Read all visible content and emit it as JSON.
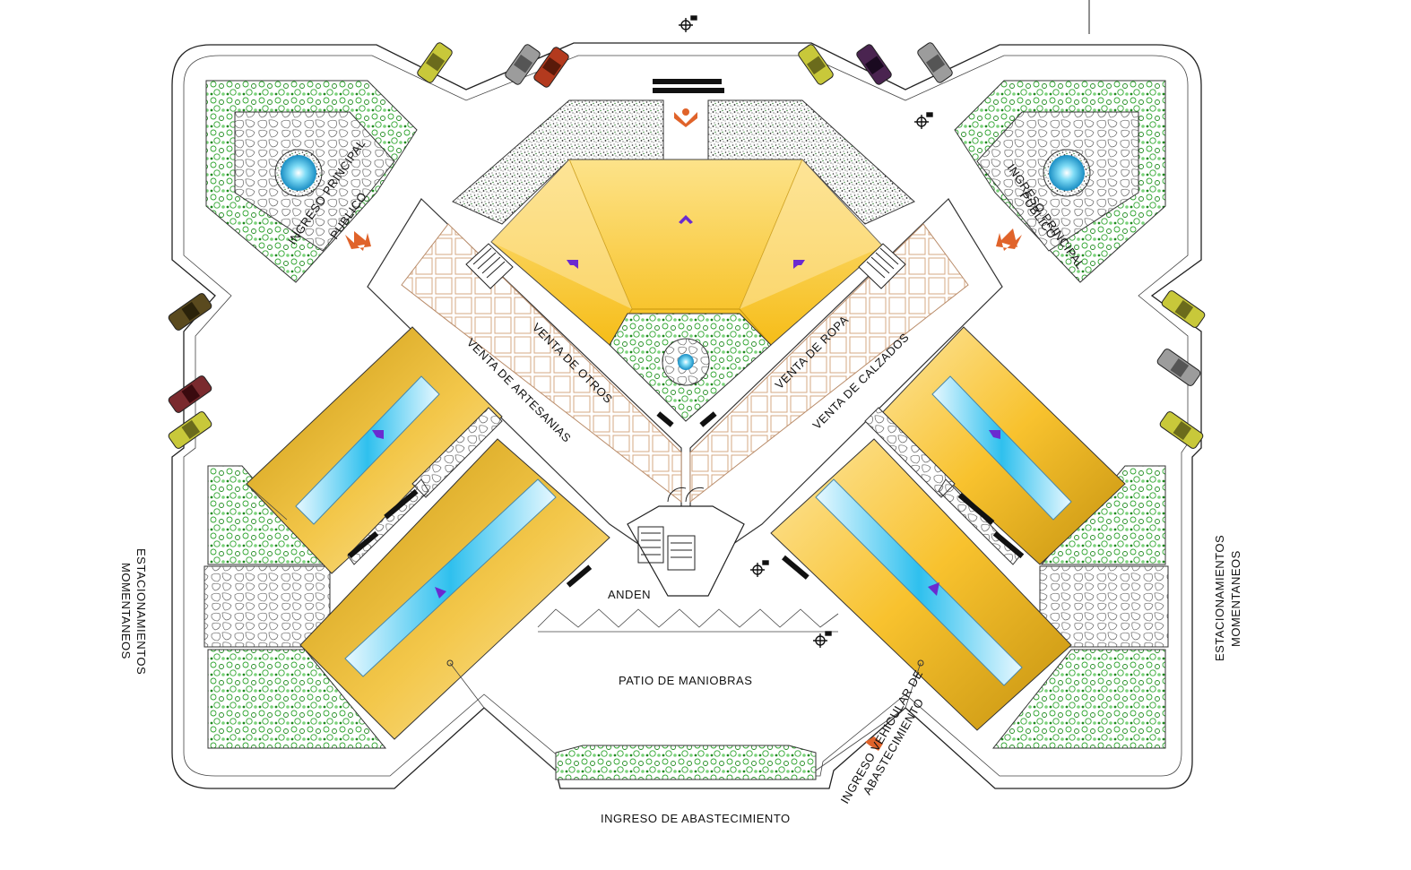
{
  "labels": {
    "ingreso_principal_left": "INGRESO PRINCIPAL",
    "publico_left": "PUBLICO",
    "ingreso_principal_right": "INGRESO PRINCIPAL",
    "publico_right": "PUBLICO",
    "venta_otros": "VENTA DE OTROS",
    "venta_artesanias": "VENTA DE ARTESANIAS",
    "venta_ropa": "VENTA DE ROPA",
    "venta_calzados": "VENTA DE CALZADOS",
    "anden": "ANDEN",
    "patio_maniobras": "PATIO DE MANIOBRAS",
    "ingreso_abastecimiento": "INGRESO DE ABASTECIMIENTO",
    "ingreso_vehicular_1": "INGRESO VEHICULAR DE",
    "ingreso_vehicular_2": "ABASTECIMIENTO",
    "estac_left_1": "ESTACIONAMIENTOS",
    "estac_left_2": "MOMENTANEOS",
    "estac_right_1": "ESTACIONAMIENTOS",
    "estac_right_2": "MOMENTANEOS"
  },
  "colors": {
    "roof_gold": "#f7c62a",
    "roof_light": "#fde49a",
    "roof_dark": "#c99a10",
    "water_blue": "#3fc7ee",
    "plant_green": "#2ea52e",
    "car_yellow": "#c8c83a",
    "car_gray": "#9c9c9c",
    "car_red": "#b33a1e",
    "car_purple": "#4a2450",
    "car_brown": "#5a4a1e",
    "car_maroon": "#7a2a2e",
    "entry_arrow": "#e0632a",
    "marker_purple": "#6a2ad0"
  }
}
